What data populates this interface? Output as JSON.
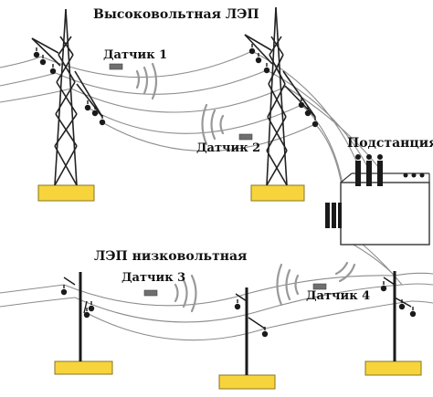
{
  "labels": {
    "hv_line": "Высоковольтная ЛЭП",
    "lv_line": "ЛЭП низковольтная",
    "substation": "Подстанция",
    "sensor_1": "Датчик 1",
    "sensor_2": "Датчик 2",
    "sensor_3": "Датчик 3",
    "sensor_4": "Датчик 4"
  },
  "colors": {
    "foundation": "#f7d43c",
    "foundation_edge": "#8a7420",
    "structure": "#222222",
    "wire": "#8c8c8c",
    "sensor": "#6f6f6f",
    "signal": "#999999"
  }
}
